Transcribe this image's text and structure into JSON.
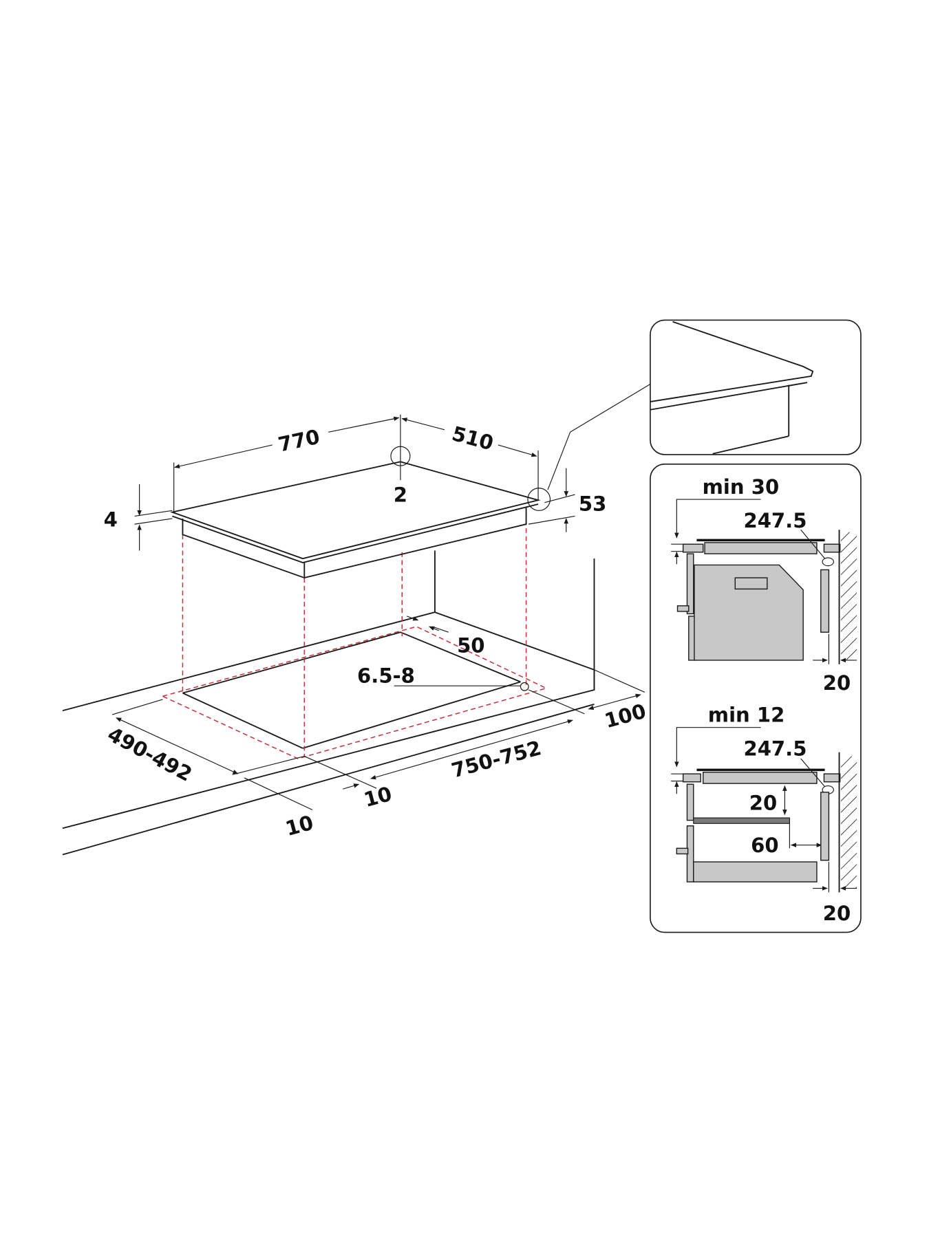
{
  "main_drawing": {
    "width_770": "770",
    "depth_510": "510",
    "radius_2": "2",
    "glass_4": "4",
    "height_53": "53",
    "margin_50": "50",
    "hole_6_5_8": "6.5-8",
    "cutout_depth": "490-492",
    "cutout_width": "750-752",
    "offset_10_a": "10",
    "offset_10_b": "10",
    "wall_100": "100"
  },
  "side_upper": {
    "min_label": "min 30",
    "cable_label": "247.5",
    "wall_gap": "20"
  },
  "side_lower": {
    "min_label": "min 12",
    "cable_label": "247.5",
    "shelf_gap": "20",
    "rear_gap": "60",
    "wall_gap": "20"
  },
  "colors": {
    "dash": "#c8323c",
    "panel_fill": "#c8c8c8"
  }
}
